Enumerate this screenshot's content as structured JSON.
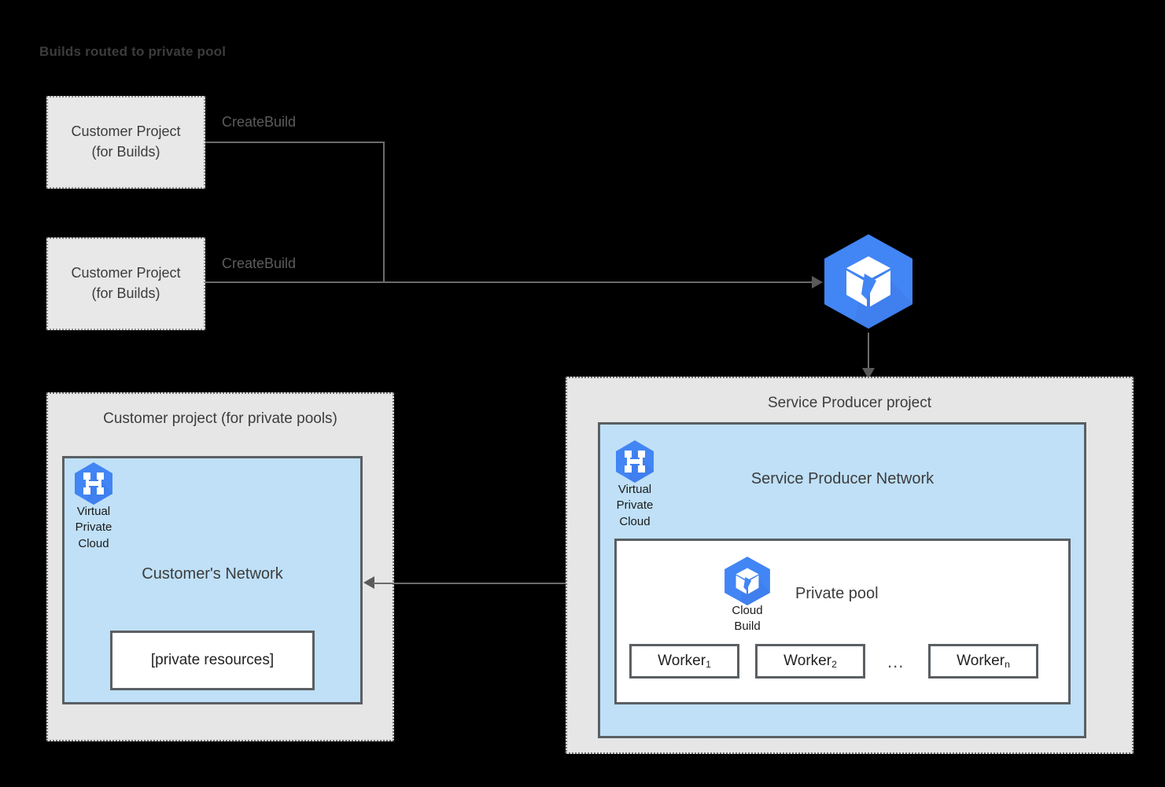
{
  "title": "Builds routed to private pool",
  "colors": {
    "background": "#000000",
    "project_fill": "#e6e6e6",
    "build_box_fill": "#e8e8e8",
    "network_fill": "#bfe0f7",
    "border_dark": "#5a5f63",
    "border_dotted": "#8a8a8a",
    "line": "#6b6b6b",
    "gcp_blue": "#4285f4",
    "title_text": "#3c3c3c"
  },
  "customer_build_projects": [
    {
      "line1": "Customer Project",
      "line2": "(for Builds)",
      "edge_label": "CreateBuild"
    },
    {
      "line1": "Customer Project",
      "line2": "(for Builds)",
      "edge_label": "CreateBuild"
    }
  ],
  "cloud_build_service": {
    "icon": "cloud-build-icon"
  },
  "customer_private_pool_project": {
    "caption": "Customer project (for private pools)",
    "network": {
      "caption": "Customer's Network",
      "vpc_icon_label": {
        "line1": "Virtual",
        "line2": "Private",
        "line3": "Cloud"
      },
      "resource_box": "[private resources]"
    }
  },
  "service_producer_project": {
    "caption": "Service Producer project",
    "network": {
      "caption": "Service Producer Network",
      "vpc_icon_label": {
        "line1": "Virtual",
        "line2": "Private",
        "line3": "Cloud"
      },
      "private_pool": {
        "caption": "Private pool",
        "cloud_build_label": {
          "line1": "Cloud",
          "line2": "Build"
        },
        "workers": [
          {
            "name": "Worker",
            "sub": "1"
          },
          {
            "name": "Worker",
            "sub": "2"
          },
          {
            "name": "Worker",
            "sub": "n"
          }
        ],
        "ellipsis": "..."
      }
    }
  }
}
